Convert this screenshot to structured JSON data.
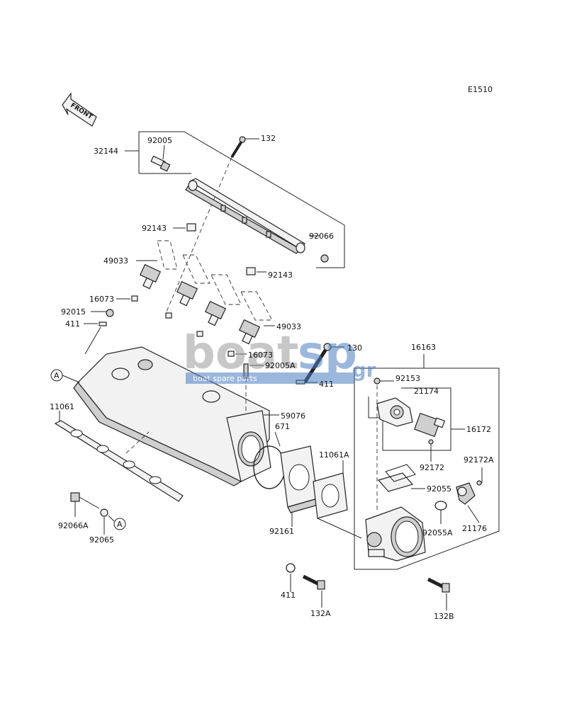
{
  "diagram": {
    "code": "E1510",
    "front_label": "FRONT",
    "ref_marker": "A",
    "watermark": {
      "brand_left": "boat",
      "brand_right": "sp",
      "tld": ".gr",
      "tagline": "boat spare parts"
    },
    "labels": [
      {
        "id": "32144",
        "text": "32144"
      },
      {
        "id": "92005",
        "text": "92005"
      },
      {
        "id": "132",
        "text": "132"
      },
      {
        "id": "92143a",
        "text": "92143"
      },
      {
        "id": "92066",
        "text": "92066"
      },
      {
        "id": "49033a",
        "text": "49033"
      },
      {
        "id": "92143b",
        "text": "92143"
      },
      {
        "id": "16073a",
        "text": "16073"
      },
      {
        "id": "92015",
        "text": "92015"
      },
      {
        "id": "411a",
        "text": "411"
      },
      {
        "id": "49033b",
        "text": "49033"
      },
      {
        "id": "130",
        "text": "130"
      },
      {
        "id": "16163",
        "text": "16163"
      },
      {
        "id": "16073b",
        "text": "16073"
      },
      {
        "id": "92005A",
        "text": "92005A"
      },
      {
        "id": "92153",
        "text": "92153"
      },
      {
        "id": "411b",
        "text": "411"
      },
      {
        "id": "21174",
        "text": "21174"
      },
      {
        "id": "11061",
        "text": "11061"
      },
      {
        "id": "59076",
        "text": "59076"
      },
      {
        "id": "671",
        "text": "671"
      },
      {
        "id": "16172",
        "text": "16172"
      },
      {
        "id": "11061A",
        "text": "11061A"
      },
      {
        "id": "92172",
        "text": "92172"
      },
      {
        "id": "92172A",
        "text": "92172A"
      },
      {
        "id": "92055",
        "text": "92055"
      },
      {
        "id": "92066A",
        "text": "92066A"
      },
      {
        "id": "92065",
        "text": "92065"
      },
      {
        "id": "92161",
        "text": "92161"
      },
      {
        "id": "92055A",
        "text": "92055A"
      },
      {
        "id": "21176",
        "text": "21176"
      },
      {
        "id": "411c",
        "text": "411"
      },
      {
        "id": "132A",
        "text": "132A"
      },
      {
        "id": "132B",
        "text": "132B"
      }
    ]
  }
}
